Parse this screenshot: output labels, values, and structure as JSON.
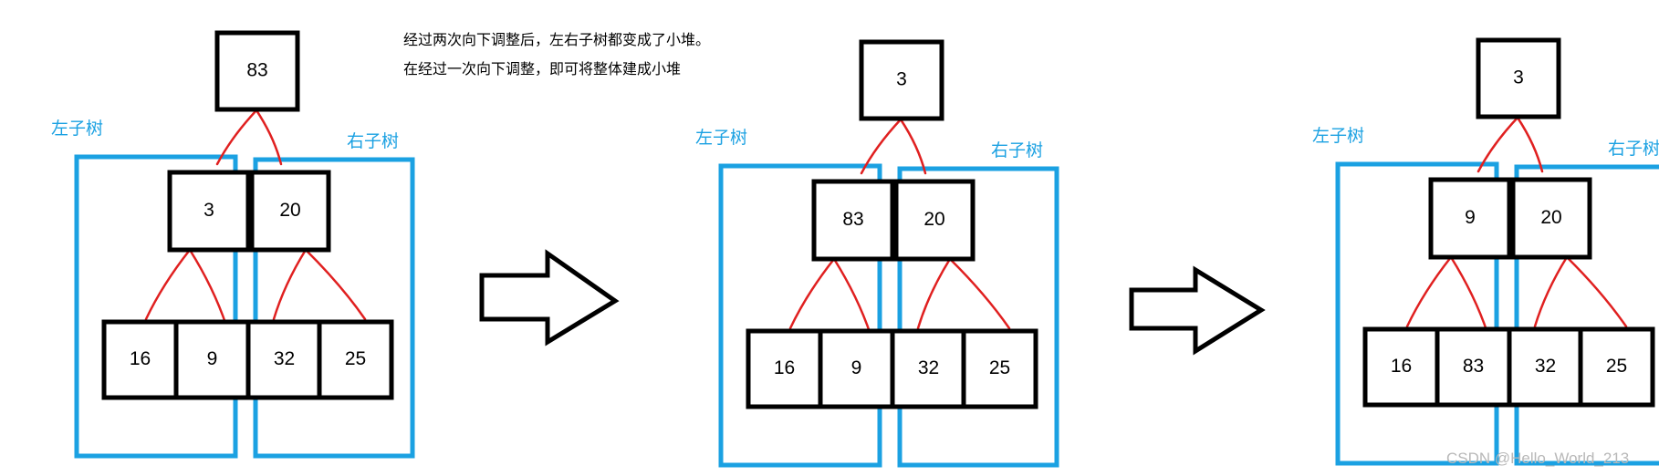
{
  "colors": {
    "frame": "#1ba1e2",
    "edge": "#e02020",
    "node_border": "#000000"
  },
  "notes": [
    "经过两次向下调整后，左右子树都变成了小堆。",
    "在经过一次向下调整，即可将整体建成小堆"
  ],
  "left_label": "左子树",
  "right_label": "右子树",
  "watermark": "CSDN @Hello_World_213",
  "stages": [
    {
      "root": "83",
      "level1": [
        "3",
        "20"
      ],
      "level2": [
        "16",
        "9",
        "32",
        "25"
      ]
    },
    {
      "root": "3",
      "level1": [
        "83",
        "20"
      ],
      "level2": [
        "16",
        "9",
        "32",
        "25"
      ]
    },
    {
      "root": "3",
      "level1": [
        "9",
        "20"
      ],
      "level2": [
        "16",
        "83",
        "32",
        "25"
      ]
    }
  ]
}
